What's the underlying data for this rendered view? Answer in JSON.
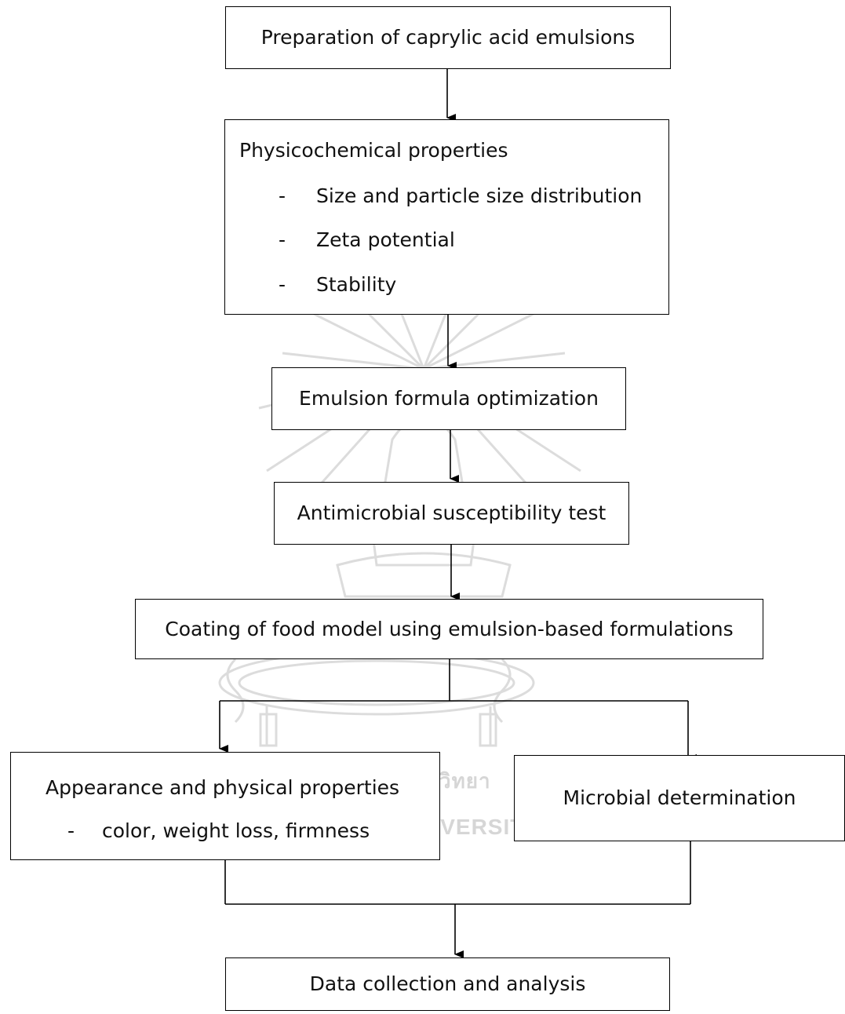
{
  "watermark": {
    "text_thai": "วิทยา",
    "text_latin": "UNIVERSITY"
  },
  "steps": {
    "prep": "Preparation of caprylic acid emulsions",
    "physico": {
      "title": "Physicochemical properties",
      "items": [
        "Size and particle size distribution",
        "Zeta potential",
        "Stability"
      ]
    },
    "optimization": "Emulsion formula optimization",
    "antimicrobial": "Antimicrobial susceptibility test",
    "coating": "Coating of food model using emulsion-based formulations",
    "appearance": {
      "title": "Appearance and physical properties",
      "items": [
        "color, weight loss, firmness"
      ]
    },
    "microbial": "Microbial determination",
    "data": "Data collection and analysis"
  },
  "bullet_symbol": "-"
}
